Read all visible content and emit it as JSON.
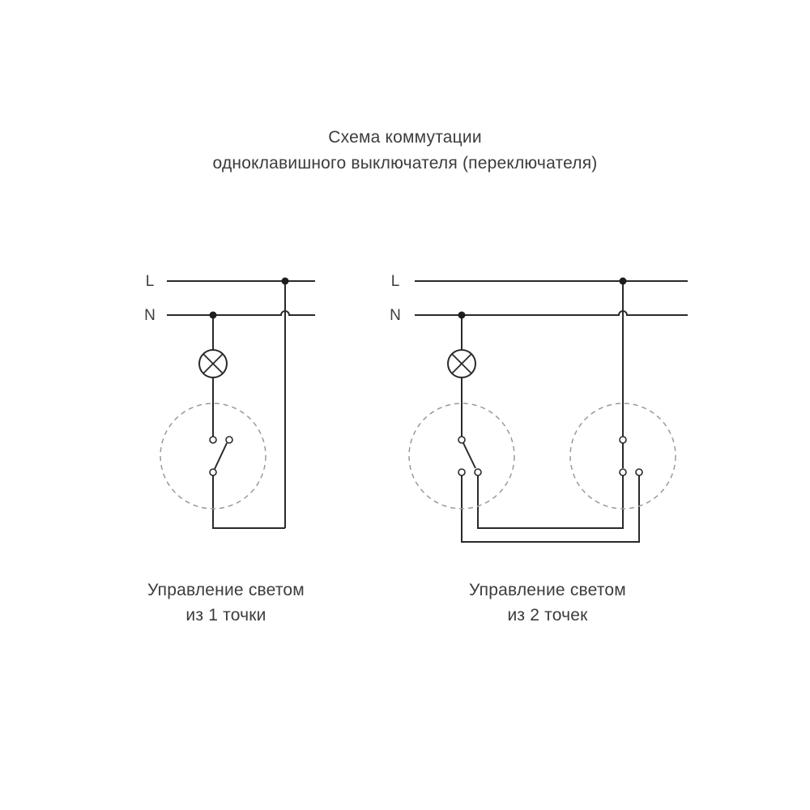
{
  "title": {
    "line1": "Схема коммутации",
    "line2": "одноклавишного выключателя (переключателя)"
  },
  "schemes": [
    {
      "bus_labels": [
        "L",
        "N"
      ],
      "caption_line1": "Управление светом",
      "caption_line2": "из 1 точки"
    },
    {
      "bus_labels": [
        "L",
        "N"
      ],
      "caption_line1": "Управление светом",
      "caption_line2": "из 2 точек"
    }
  ],
  "colors": {
    "wire": "#2a2a2a",
    "dashed_outline": "#9a9a9a",
    "text": "#3c3c3c"
  }
}
